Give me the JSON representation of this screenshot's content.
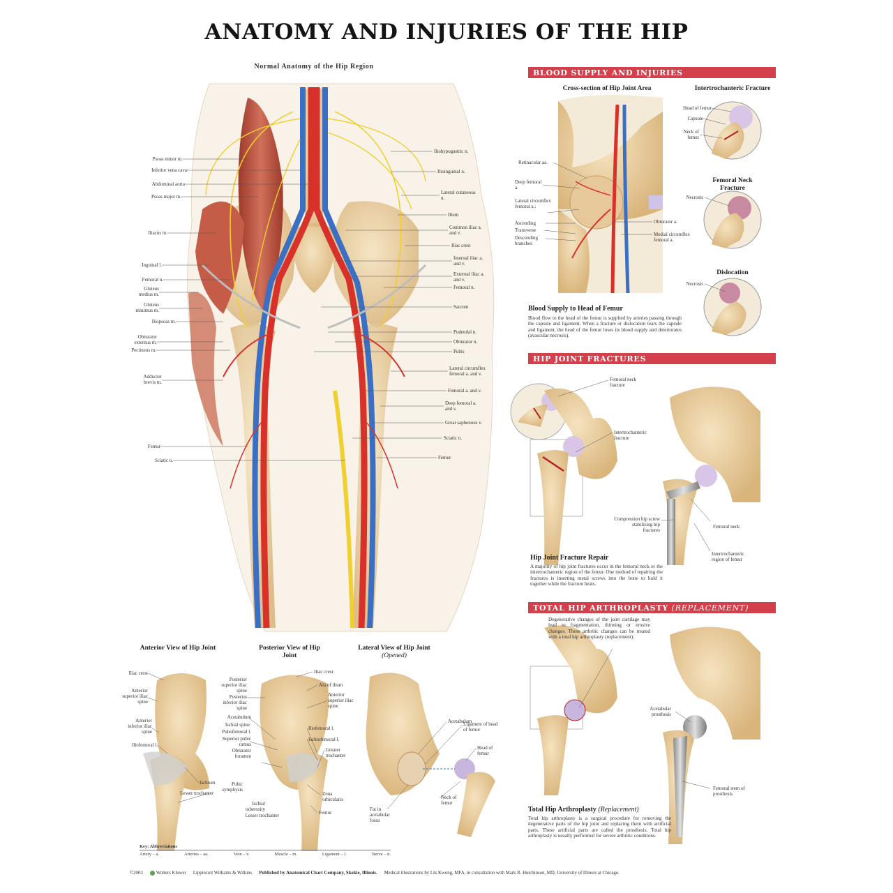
{
  "title": "ANATOMY AND INJURIES OF THE HIP",
  "subtitle": "Normal Anatomy of the Hip Region",
  "main_labels_left": [
    "Psoas minor m.",
    "Inferior vena cava",
    "Abdominal aorta",
    "Psoas major m.",
    "Iliacus m.",
    "Inguinal l.",
    "Femoral n.",
    "Gluteus medius m.",
    "Gluteus minimus m.",
    "Iliopsoas m.",
    "Obturator externus m.",
    "Pectineus m.",
    "Adductor brevis m.",
    "Femur",
    "Sciatic n."
  ],
  "main_labels_right": [
    "Iliohypogastric n.",
    "Ilioinguinal n.",
    "Lateral cutaneous n.",
    "Ilium",
    "Common iliac a. and v.",
    "Iliac crest",
    "Internal iliac a. and v.",
    "External iliac a. and v.",
    "Femoral n.",
    "Sacrum",
    "Pudendal n.",
    "Obturator n.",
    "Pubis",
    "Lateral circumflex femoral a. and v.",
    "Femoral a. and v.",
    "Deep femoral a. and v.",
    "Great saphenous v.",
    "Sciatic n.",
    "Femur"
  ],
  "blood": {
    "section_title": "BLOOD SUPPLY AND INJURIES",
    "cross_section_title": "Cross-section of Hip Joint Area",
    "cross_labels_left": [
      "Retinacular aa.",
      "Deep femoral a.",
      "Lateral circumflex femoral a.:",
      "Ascending",
      "Transverse",
      "Descending branches"
    ],
    "cross_labels_right": [
      "Obturator a.",
      "Medial circumflex femoral a."
    ],
    "intertrochanteric_title": "Intertrochanteric Fracture",
    "intertrochanteric_labels": [
      "Head of femur",
      "Capsule",
      "Neck of femur"
    ],
    "femoral_neck_title": "Femoral Neck Fracture",
    "femoral_neck_label": "Necrosis",
    "dislocation_title": "Dislocation",
    "dislocation_label": "Necrosis",
    "supply_head": "Blood Supply to Head of Femur",
    "supply_text": "Blood flow to the head of the femur is supplied by arteries passing through the capsule and ligament. When a fracture or dislocation tears the capsule and ligament, the head of the femur loses its blood supply and deteriorates (avascular necrosis)."
  },
  "fractures": {
    "section_title": "HIP JOINT FRACTURES",
    "labels": [
      "Femoral neck fracture",
      "Intertrochanteric fracture",
      "Compression hip screw stabilizing hip fractures",
      "Femoral neck",
      "Intertrochanteric region of femur"
    ],
    "repair_head": "Hip Joint Fracture Repair",
    "repair_text": "A majority of hip joint fractures occur in the femoral neck or the intertrochanteric region of the femur. One method of repairing the fractures is inserting metal screws into the bone to hold it together while the fracture heals."
  },
  "arthroplasty": {
    "section_title": "TOTAL HIP ARTHROPLASTY",
    "section_title_italic": "(REPLACEMENT)",
    "degenerative_text": "Degenerative changes of the joint cartilage may lead to fragmentation, thinning or erosive changes. These arthritic changes can be treated with a total hip arthroplasty (replacement).",
    "labels": [
      "Acetabular prosthesis",
      "Femoral stem of prosthesis"
    ],
    "head": "Total Hip Arthroplasty",
    "head_italic": "(Replacement)",
    "text": "Total hip arthroplasty is a surgical procedure for removing the degenerative parts of the hip joint and replacing them with artificial parts. These artificial parts are called the prosthesis. Total hip arthroplasty is usually performed for severe arthritic conditions."
  },
  "anterior": {
    "title": "Anterior View of Hip Joint",
    "labels": [
      "Iliac crest",
      "Anterior superior iliac spine",
      "Anterior inferior iliac spine",
      "Iliofemoral l.",
      "Ischium",
      "Lesser trochanter"
    ]
  },
  "posterior": {
    "title": "Posterior View of Hip Joint",
    "labels_left": [
      "Posterior superior iliac spine",
      "Posterior inferior iliac spine",
      "Acetabulum",
      "Ischial spine",
      "Pubofemoral l.",
      "Superior pubic ramus",
      "Obturator foramen",
      "Pubic symphysis",
      "Ischial tuberosity",
      "Lesser trochanter"
    ],
    "labels_right": [
      "Iliac crest",
      "Ala of ilium",
      "Anterior superior iliac spine",
      "Iliofemoral l.",
      "Ischiofemoral l.",
      "Greater trochanter",
      "Zona orbicularis",
      "Femur"
    ]
  },
  "lateral": {
    "title": "Lateral View of Hip Joint",
    "title_italic": "(Opened)",
    "labels": [
      "Acetabulum",
      "Ligament of head of femur",
      "Head of femur",
      "Neck of femur",
      "Fat in acetabular fossa"
    ]
  },
  "key": {
    "title": "Key: Abbreviations",
    "items": [
      "Artery – a.",
      "Arteries – aa.",
      "Vein – v.",
      "Muscle – m.",
      "Ligament – l.",
      "Nerve – n."
    ]
  },
  "footer": {
    "copyright": "©2003",
    "brand": "Wolters Kluwer",
    "publisher_brand": "Lippincott Williams & Wilkins",
    "published": "Published by Anatomical Chart Company, Skokie, Illinois.",
    "credit": "Medical illustrations by Lik Kwong, MFA, in consultation with Mark R. Hutchinson, MD, University of Illinois at Chicago."
  },
  "colors": {
    "section_red": "#d3404b",
    "bone": "#e9cf9f",
    "artery": "#d8312a",
    "vein": "#3a6fc4",
    "nerve": "#f0cf2e",
    "muscle": "#b84a3a"
  }
}
